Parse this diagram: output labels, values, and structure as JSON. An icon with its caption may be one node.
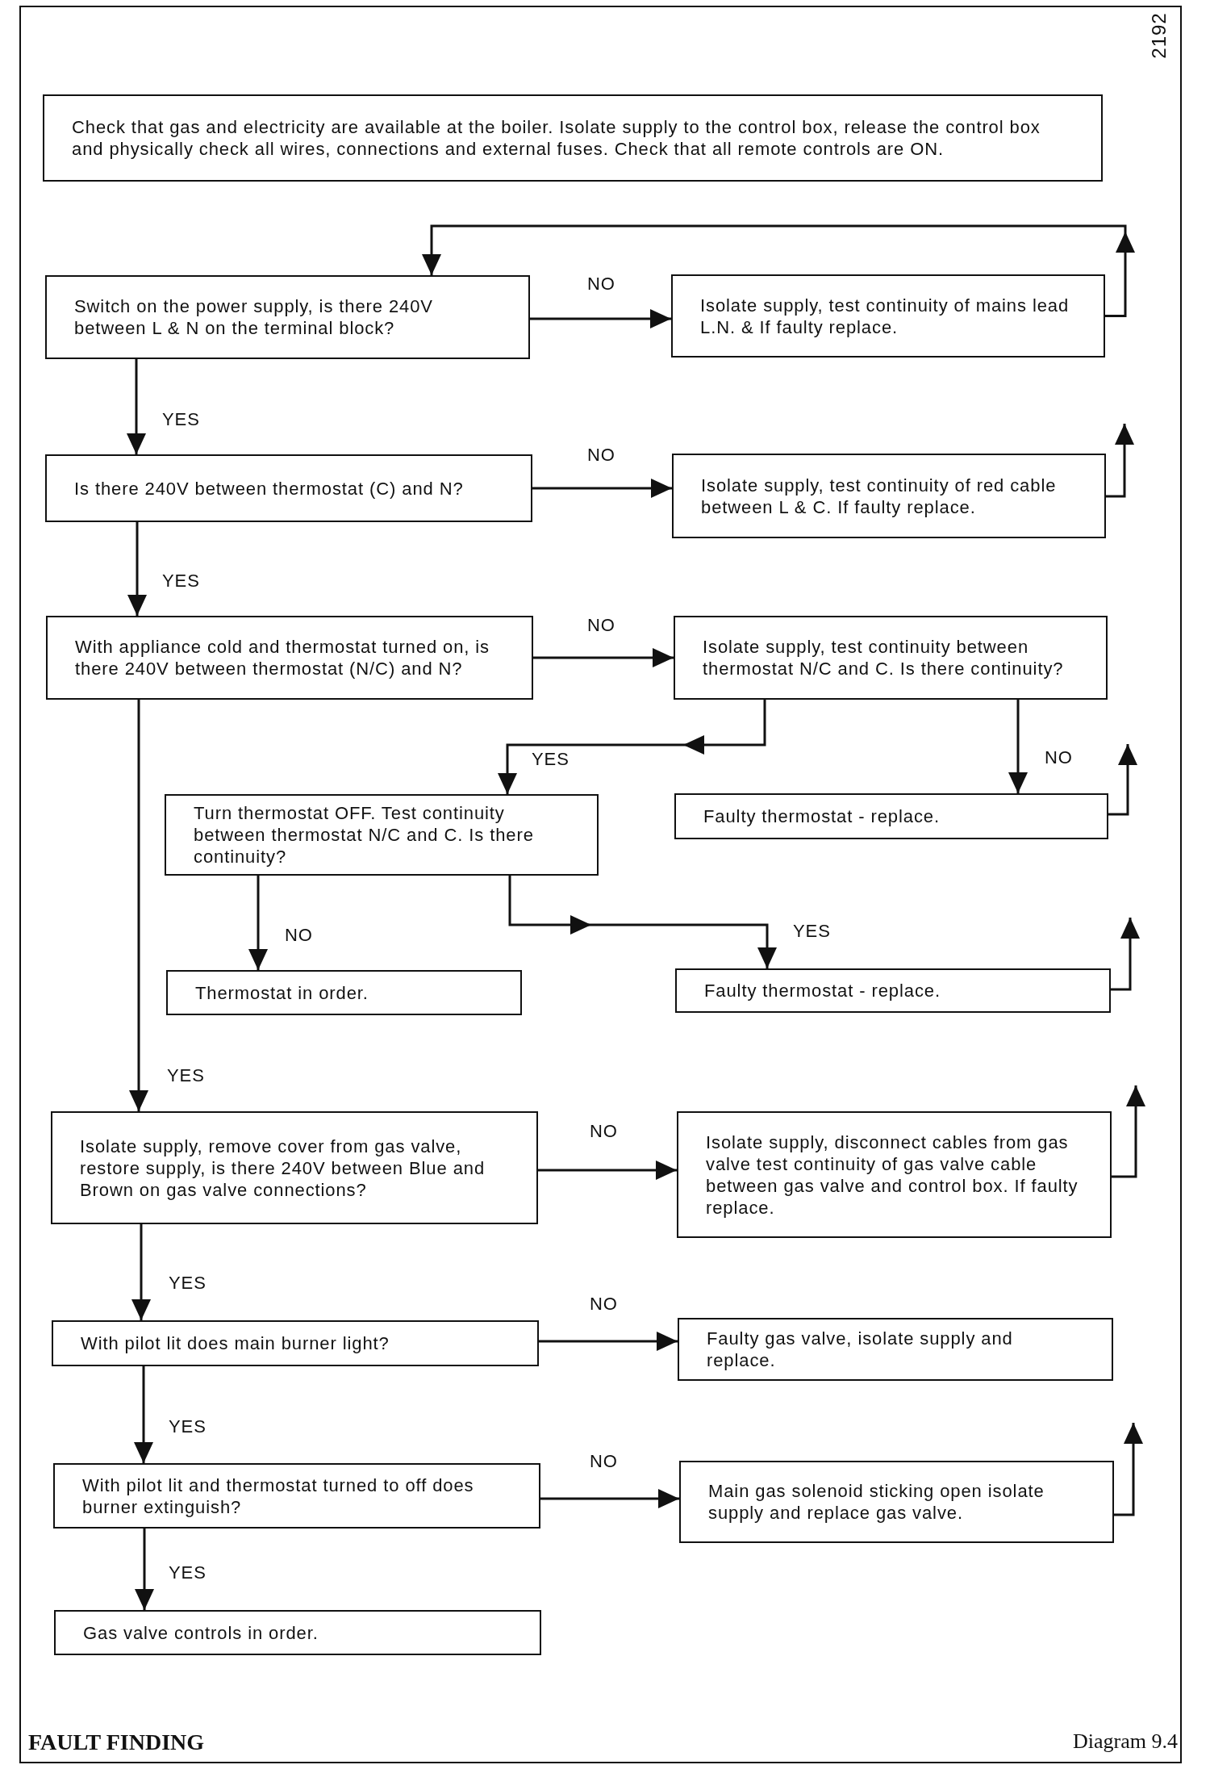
{
  "diagram": {
    "title": "FAULT FINDING",
    "caption": "Diagram 9.4",
    "nodes": [
      {
        "text": [
          "Check that gas and electricity are available at the boiler. Isolate supply to the control box, release the control box and physically check all wires, connections and external fuses. Check that all remote controls are ON."
        ]
      },
      {
        "text": [
          "Switch on the power supply, is there 240V between L & N on the terminal block?"
        ]
      },
      {
        "text": [
          "Isolate supply, test continuity of mains lead L.N. & If faulty replace."
        ]
      },
      {
        "text": [
          "Is there 240V between thermostat (C) and N?"
        ]
      },
      {
        "text": [
          "Isolate supply, test continuity of red cable between L & C. If faulty replace."
        ]
      },
      {
        "text": [
          "With appliance cold and thermostat turned on, is there 240V between thermostat (N/C) and N?"
        ]
      },
      {
        "text": [
          "Isolate supply, test continuity between thermostat N/C and C. Is there continuity?"
        ]
      },
      {
        "text": [
          "Turn thermostat OFF. Test continuity between thermostat N/C and C. Is there continuity?"
        ]
      },
      {
        "text": [
          "Faulty thermostat - replace."
        ]
      },
      {
        "text": [
          "Thermostat in order."
        ]
      },
      {
        "text": [
          "Faulty thermostat - replace."
        ]
      },
      {
        "text": [
          "Isolate supply, remove cover from gas valve, restore supply, is there 240V between Blue and Brown on gas valve connections?"
        ]
      },
      {
        "text": [
          "Isolate supply, disconnect cables from gas valve test continuity of gas valve cable between gas valve and control box. If faulty replace."
        ]
      },
      {
        "text": [
          "With pilot lit does main burner light?"
        ]
      },
      {
        "text": [
          "Faulty gas valve, isolate supply and replace."
        ]
      },
      {
        "text": [
          "With pilot lit and thermostat turned to off does burner extinguish?"
        ]
      },
      {
        "text": [
          "Main gas solenoid sticking open isolate supply and replace gas valve."
        ]
      },
      {
        "text": [
          "Gas valve controls in order."
        ]
      }
    ],
    "edges": [
      {
        "from": 1,
        "to": 2,
        "label": "NO",
        "arrow": "to"
      },
      {
        "from": 2,
        "to": 1,
        "arrow": "to"
      },
      {
        "from": 1,
        "to": 3,
        "label": "YES",
        "arrow": "to"
      },
      {
        "from": 3,
        "to": 4,
        "label": "NO",
        "arrow": "to"
      },
      {
        "from": 4,
        "to": null,
        "arrow": "to"
      },
      {
        "from": 3,
        "to": 5,
        "label": "YES",
        "arrow": "to"
      },
      {
        "from": 5,
        "to": 6,
        "label": "NO",
        "arrow": "to"
      },
      {
        "from": 6,
        "to": 7,
        "label": "YES",
        "arrow": "to"
      },
      {
        "from": 6,
        "to": 8,
        "label": "NO",
        "arrow": "to"
      },
      {
        "from": 8,
        "to": null,
        "arrow": "to"
      },
      {
        "from": 7,
        "to": 9,
        "label": "NO",
        "arrow": "to"
      },
      {
        "from": 7,
        "to": 10,
        "label": "YES",
        "arrow": "to"
      },
      {
        "from": 10,
        "to": null,
        "arrow": "to"
      },
      {
        "from": 5,
        "to": 11,
        "label": "YES",
        "arrow": "to"
      },
      {
        "from": 11,
        "to": 12,
        "label": "NO",
        "arrow": "to"
      },
      {
        "from": 12,
        "to": null,
        "arrow": "to"
      },
      {
        "from": 11,
        "to": 13,
        "label": "YES",
        "arrow": "to"
      },
      {
        "from": 13,
        "to": 14,
        "label": "NO",
        "arrow": "to"
      },
      {
        "from": 13,
        "to": 15,
        "label": "YES",
        "arrow": "to"
      },
      {
        "from": 15,
        "to": 16,
        "label": "NO",
        "arrow": "to"
      },
      {
        "from": 16,
        "to": null,
        "arrow": "to"
      },
      {
        "from": 15,
        "to": 17,
        "label": "YES",
        "arrow": "to"
      }
    ],
    "labels": [
      "2192"
    ]
  }
}
